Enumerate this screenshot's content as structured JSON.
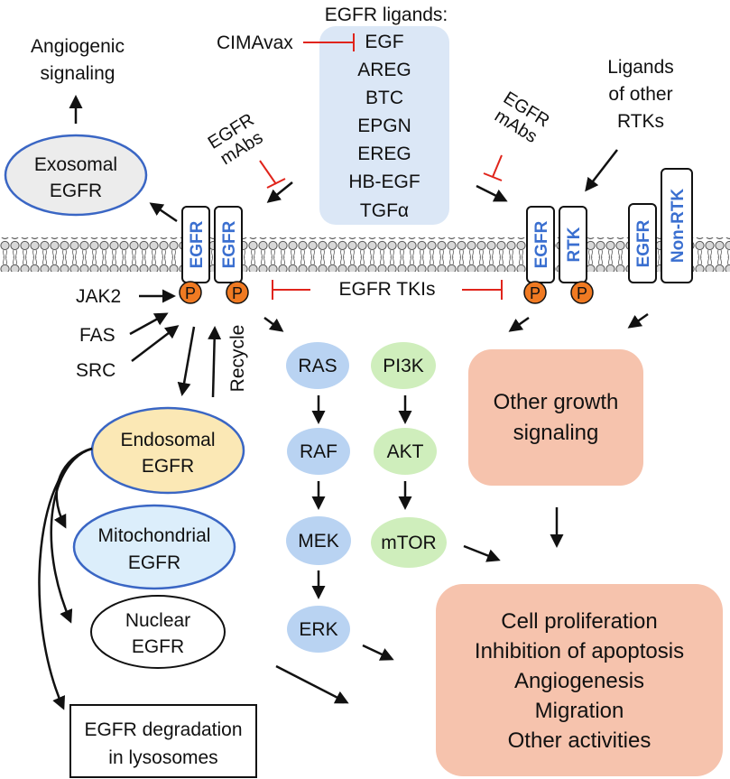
{
  "ligands": {
    "header": "EGFR ligands:",
    "items": [
      "EGF",
      "AREG",
      "BTC",
      "EPGN",
      "EREG",
      "HB-EGF",
      "TGFα"
    ]
  },
  "cimavax": "CIMAvax",
  "angiogenic": [
    "Angiogenic",
    "signaling"
  ],
  "exosomal": [
    "Exosomal",
    "EGFR"
  ],
  "mabs": [
    "EGFR",
    "mAbs"
  ],
  "other_rtk_ligands": [
    "Ligands",
    "of other",
    "RTKs"
  ],
  "receptors": {
    "egfr": "EGFR",
    "rtk": "RTK",
    "non_rtk": "Non-RTK",
    "phospho": "P"
  },
  "tkis": "EGFR TKIs",
  "kinases": [
    "JAK2",
    "FAS",
    "SRC"
  ],
  "recycle": "Recycle",
  "endosomal": [
    "Endosomal",
    "EGFR"
  ],
  "mitochondrial": [
    "Mitochondrial",
    "EGFR"
  ],
  "nuclear": [
    "Nuclear",
    "EGFR"
  ],
  "degradation": [
    "EGFR degradation",
    "in lysosomes"
  ],
  "mapk_pathway": [
    "RAS",
    "RAF",
    "MEK",
    "ERK"
  ],
  "pi3k_pathway": [
    "PI3K",
    "AKT",
    "mTOR"
  ],
  "other_growth": [
    "Other growth",
    "signaling"
  ],
  "outcomes": [
    "Cell proliferation",
    "Inhibition of apoptosis",
    "Angiogenesis",
    "Migration",
    "Other activities"
  ],
  "colors": {
    "ligand_box": "#dbe7f6",
    "receptor_text": "#3a6fd0",
    "phospho": "#f07a22",
    "inhibitor": "#e0241b",
    "mapk_node": "#b9d3f2",
    "pi3k_node": "#cfeebc",
    "outcome_box": "#f6c3ad",
    "endosomal_fill": "#fbe8b5",
    "mito_fill": "#dceefb",
    "exo_fill": "#ececec",
    "oval_stroke": "#3a66c4"
  }
}
